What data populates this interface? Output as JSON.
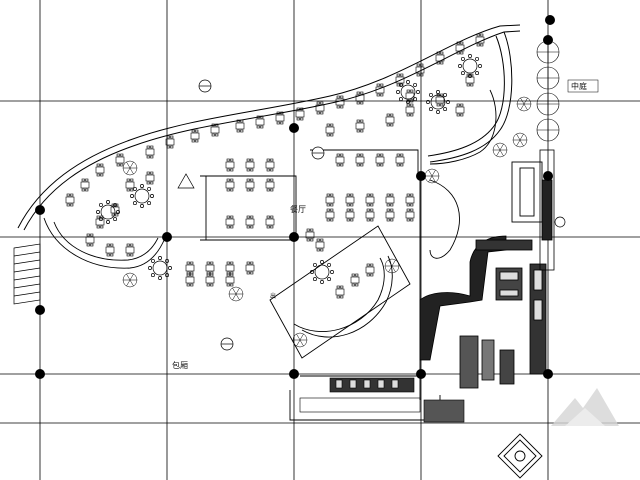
{
  "labels": {
    "restaurant": "餐厅",
    "east_label": "中庭",
    "room_label": "包厢",
    "small_mark": "出"
  },
  "colors": {
    "line": "#000000",
    "fill_dark": "#111111",
    "background": "#ffffff",
    "watermark": "#d0d0d0"
  },
  "icons": {
    "column": "column-dot-icon",
    "tree": "tree-symbol-icon",
    "table": "dining-table-icon",
    "watermark": "watermark-logo-icon"
  }
}
